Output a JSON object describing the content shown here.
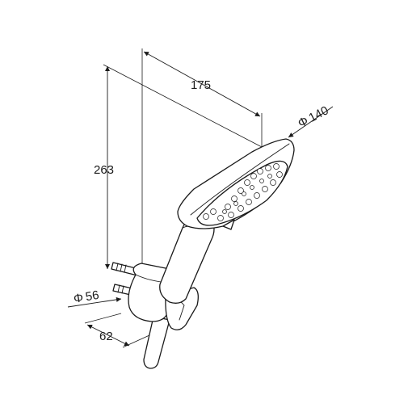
{
  "dimensions": {
    "width": "175",
    "height": "263",
    "head_diameter": "140",
    "holder_diameter": "56",
    "holder_depth": "62"
  },
  "symbols": {
    "diameter": "Φ"
  }
}
